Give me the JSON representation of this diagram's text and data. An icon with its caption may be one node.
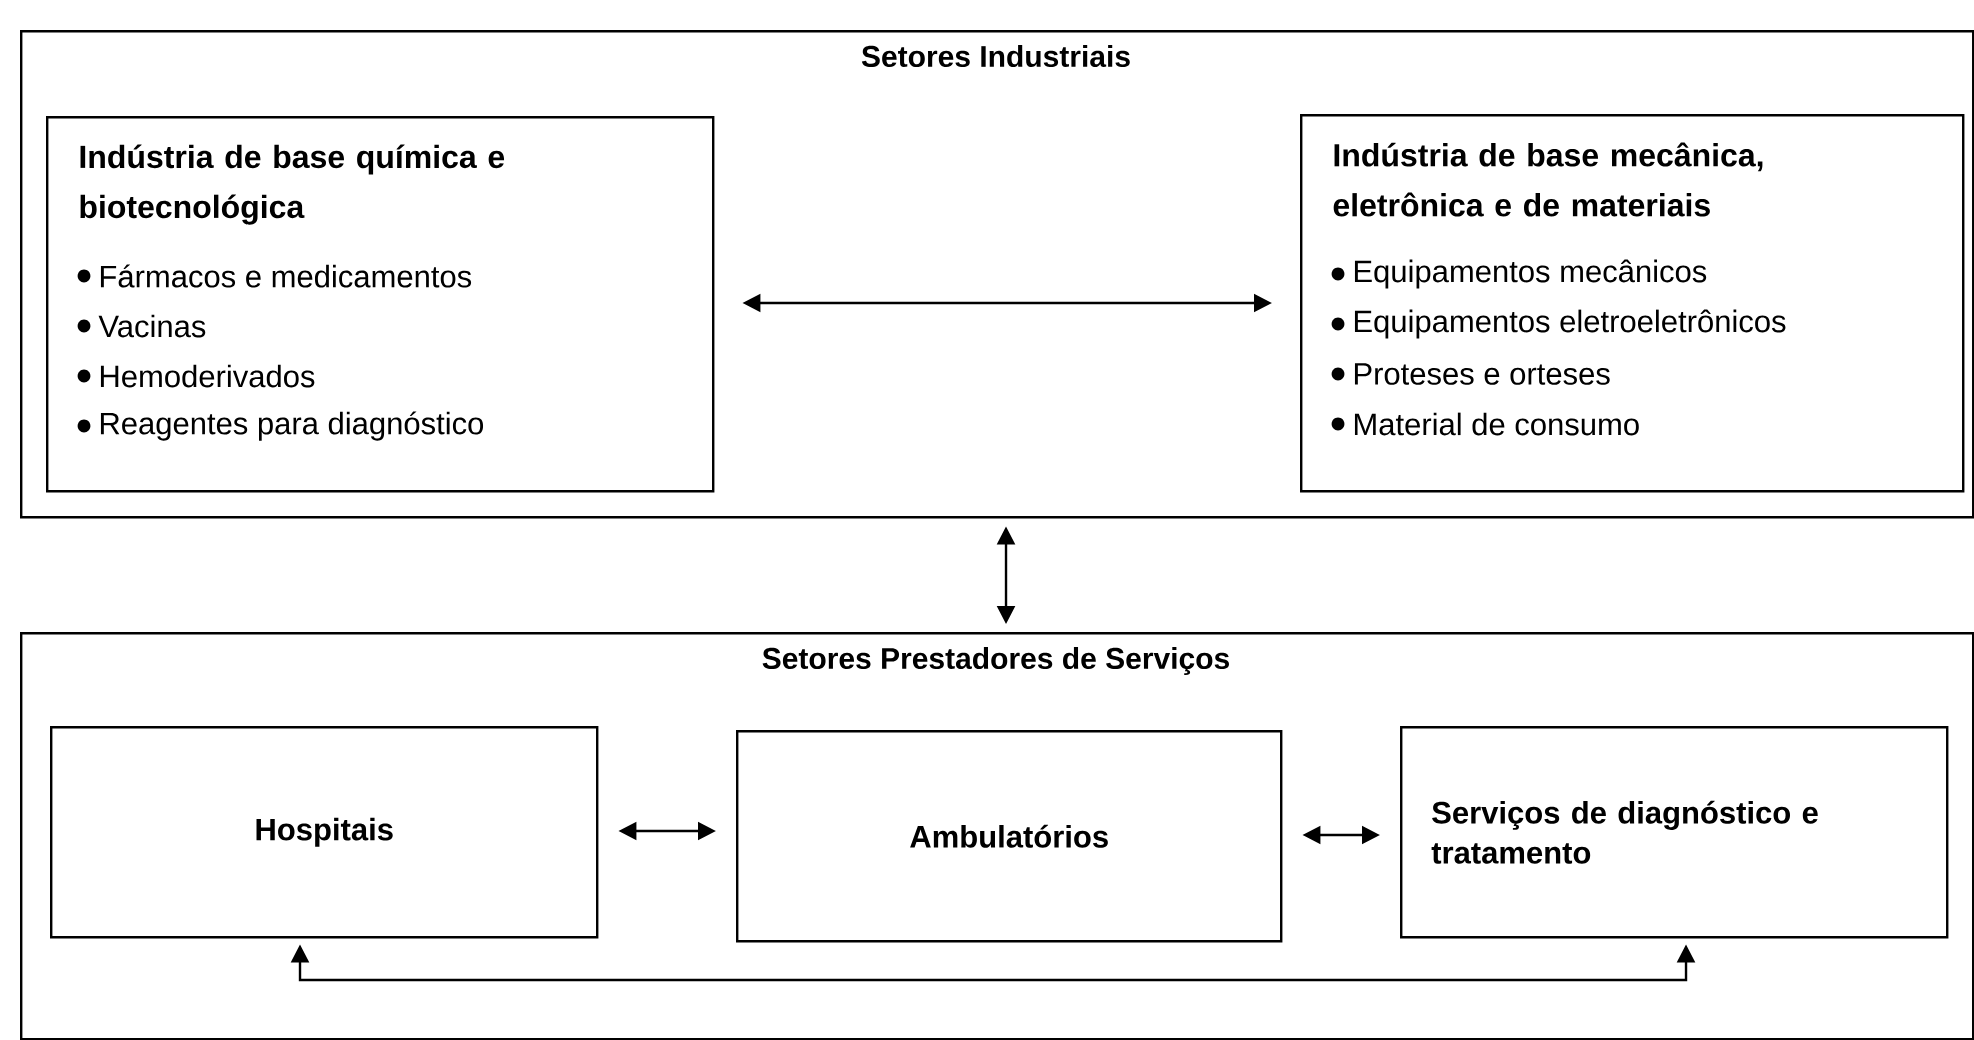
{
  "diagram": {
    "nodes": [
      {
        "text": [
          "Setores Industriais"
        ]
      },
      {
        "text": [
          "Indústria de base química e biotecnológica",
          "Fármacos e medicamentos",
          "Vacinas",
          "Hemoderivados",
          "Reagentes para diagnóstico"
        ],
        "in": 0
      },
      {
        "text": [
          "Indústria de base mecânica, eletrônica e de materiais",
          "Equipamentos mecânicos",
          "Equipamentos eletroeletrônicos",
          "Proteses e orteses",
          "Material de consumo"
        ],
        "in": 0
      },
      {
        "text": [
          "Setores Prestadores de Serviços"
        ]
      },
      {
        "text": [
          "Hospitais"
        ],
        "in": 3
      },
      {
        "text": [
          "Ambulatórios"
        ],
        "in": 3
      },
      {
        "text": [
          "Serviços de diagnóstico e tratamento"
        ],
        "in": 3
      }
    ],
    "edges": [
      {
        "from": 1,
        "to": 2,
        "arrow": "both"
      },
      {
        "from": 0,
        "to": 3,
        "arrow": "both"
      },
      {
        "from": 4,
        "to": 5,
        "arrow": "both"
      },
      {
        "from": 5,
        "to": 6,
        "arrow": "both"
      },
      {
        "from": 4,
        "to": 6,
        "arrow": "both"
      }
    ]
  }
}
